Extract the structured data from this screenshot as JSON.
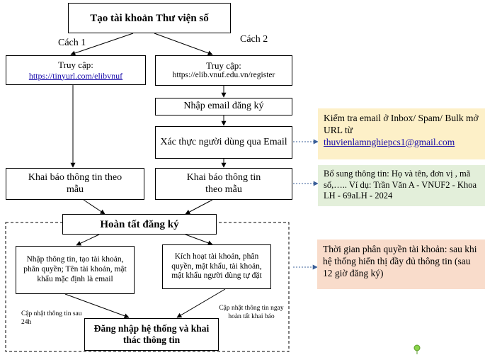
{
  "title": "Tạo tài khoản Thư viện số",
  "way1": {
    "label": "Cách 1",
    "access_label": "Truy cập:",
    "access_url": "https://tinyurl.com/elibvnuf",
    "declare": "Khai báo thông tin theo mẫu"
  },
  "way2": {
    "label": "Cách 2",
    "access_label": "Truy cập:",
    "access_url": "https://elib.vnuf.edu.vn/register",
    "email_step": "Nhập email đăng ký",
    "verify_step": "Xác thực người dùng qua Email",
    "declare": "Khai báo thông tin theo mẫu"
  },
  "notes": {
    "verify_note_text": "Kiểm tra email ở Inbox/ Spam/ Bulk mở URL từ",
    "verify_note_email": "thuvienlamnghiepcs1@gmail.com",
    "info_note": "Bổ sung thông tin: Họ và tên, đơn vị , mã số,….. Ví dụ: Trần Văn A - VNUF2 - Khoa LH - 69aLH - 2024",
    "permission_note": "Thời gian phân quyền tài khoản: sau khi hệ thống hiển thị đầy đủ thông tin (sau 12 giờ đăng ký)"
  },
  "complete": {
    "title": "Hoàn tất đăng ký",
    "left": "Nhập thông tin, tạo tài khoản, phân quyền; Tên tài khoản, mật khẩu mặc định là email",
    "right": "Kích hoạt tài khoản, phân quyền, mật khẩu, tài khoản, mật khẩu người dùng tự đặt",
    "update_left": "Cập nhật thông tin sau 24h",
    "update_right": "Cập nhật thông tin ngay hoàn tất khai báo"
  },
  "final": "Đăng nhập hệ thống và khai thác thông tin",
  "colors": {
    "note_yellow": "#fdf0c8",
    "note_green": "#e3efda",
    "note_orange": "#f9dccb",
    "dotted_arrow": "#3a5f98",
    "marker": "#8bd44b"
  }
}
